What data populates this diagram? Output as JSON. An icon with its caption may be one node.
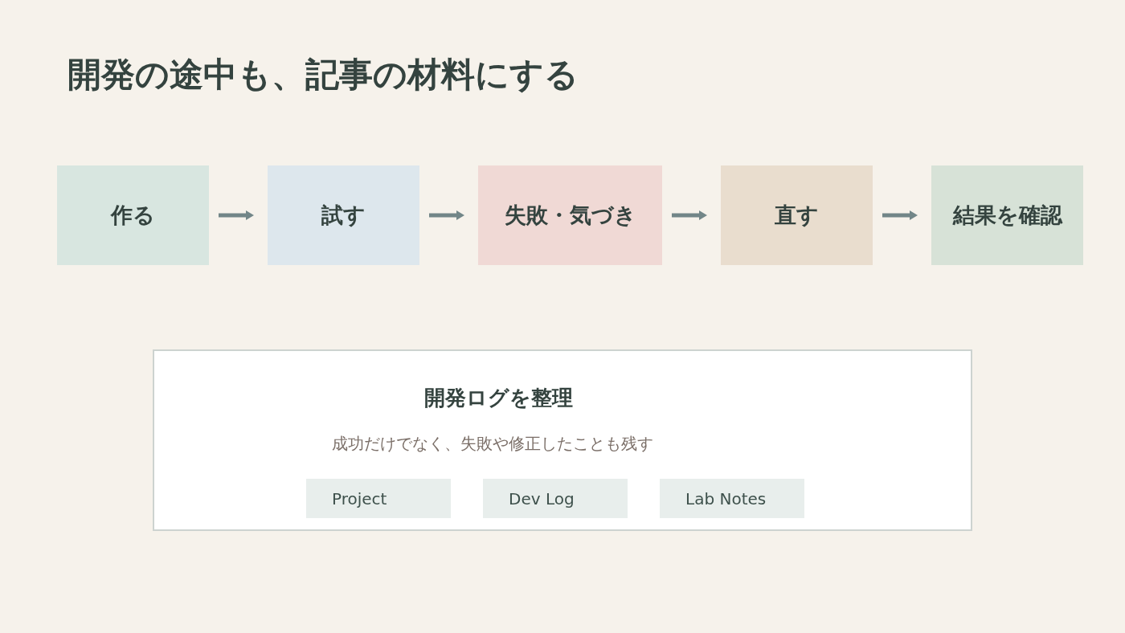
{
  "diagram": {
    "title": "開発の途中も、記事の材料にする",
    "nodes": [
      {
        "text": [
          "作る"
        ]
      },
      {
        "text": [
          "試す"
        ]
      },
      {
        "text": [
          "失敗・気づき"
        ]
      },
      {
        "text": [
          "直す"
        ]
      },
      {
        "text": [
          "結果を確認"
        ]
      },
      {
        "text": [
          "開発ログを整理",
          "成功だけでなく、失敗や修正したことも残す"
        ]
      },
      {
        "text": [
          "Project"
        ],
        "in": 5
      },
      {
        "text": [
          "Dev Log"
        ],
        "in": 5
      },
      {
        "text": [
          "Lab Notes"
        ],
        "in": 5
      }
    ],
    "edges": [
      {
        "from": 0,
        "to": 1,
        "arrow": "to"
      },
      {
        "from": 1,
        "to": 2,
        "arrow": "to"
      },
      {
        "from": 2,
        "to": 3,
        "arrow": "to"
      },
      {
        "from": 3,
        "to": 4,
        "arrow": "to"
      }
    ]
  }
}
